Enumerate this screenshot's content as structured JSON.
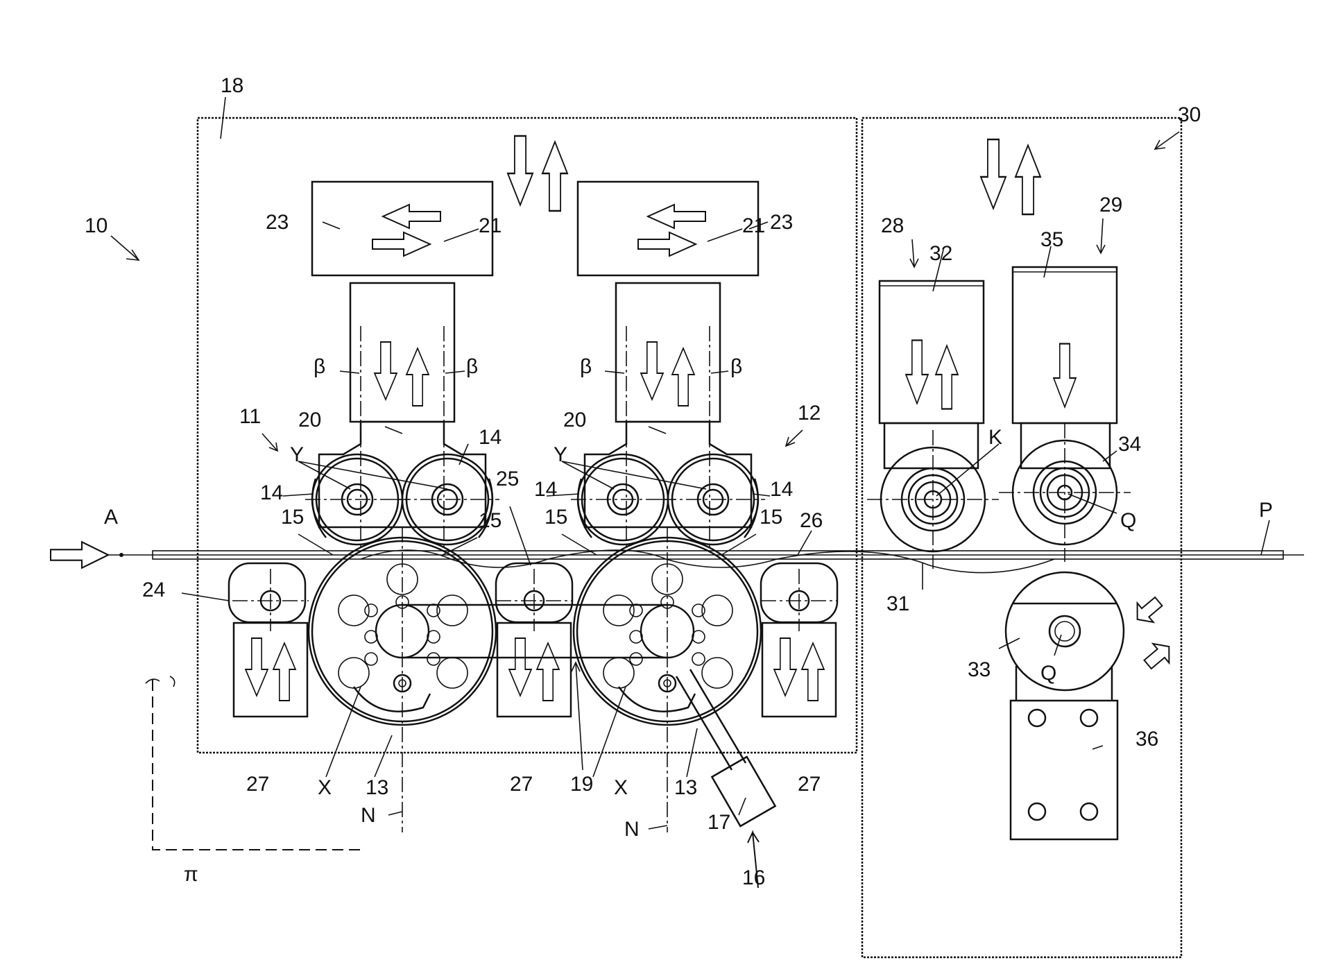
{
  "figure": {
    "labels": {
      "n10": "10",
      "n11": "11",
      "n12": "12",
      "n13": "13",
      "n14": "14",
      "n15": "15",
      "n16": "16",
      "n17": "17",
      "n18": "18",
      "n19": "19",
      "n20": "20",
      "n21": "21",
      "n23": "23",
      "n24": "24",
      "n25": "25",
      "n26": "26",
      "n27": "27",
      "n28": "28",
      "n29": "29",
      "n30": "30",
      "n31": "31",
      "n32": "32",
      "n33": "33",
      "n34": "34",
      "n35": "35",
      "n36": "36",
      "A": "A",
      "P": "P",
      "X": "X",
      "Y": "Y",
      "N": "N",
      "K": "K",
      "Q": "Q",
      "beta": "β",
      "pi": "π"
    }
  }
}
